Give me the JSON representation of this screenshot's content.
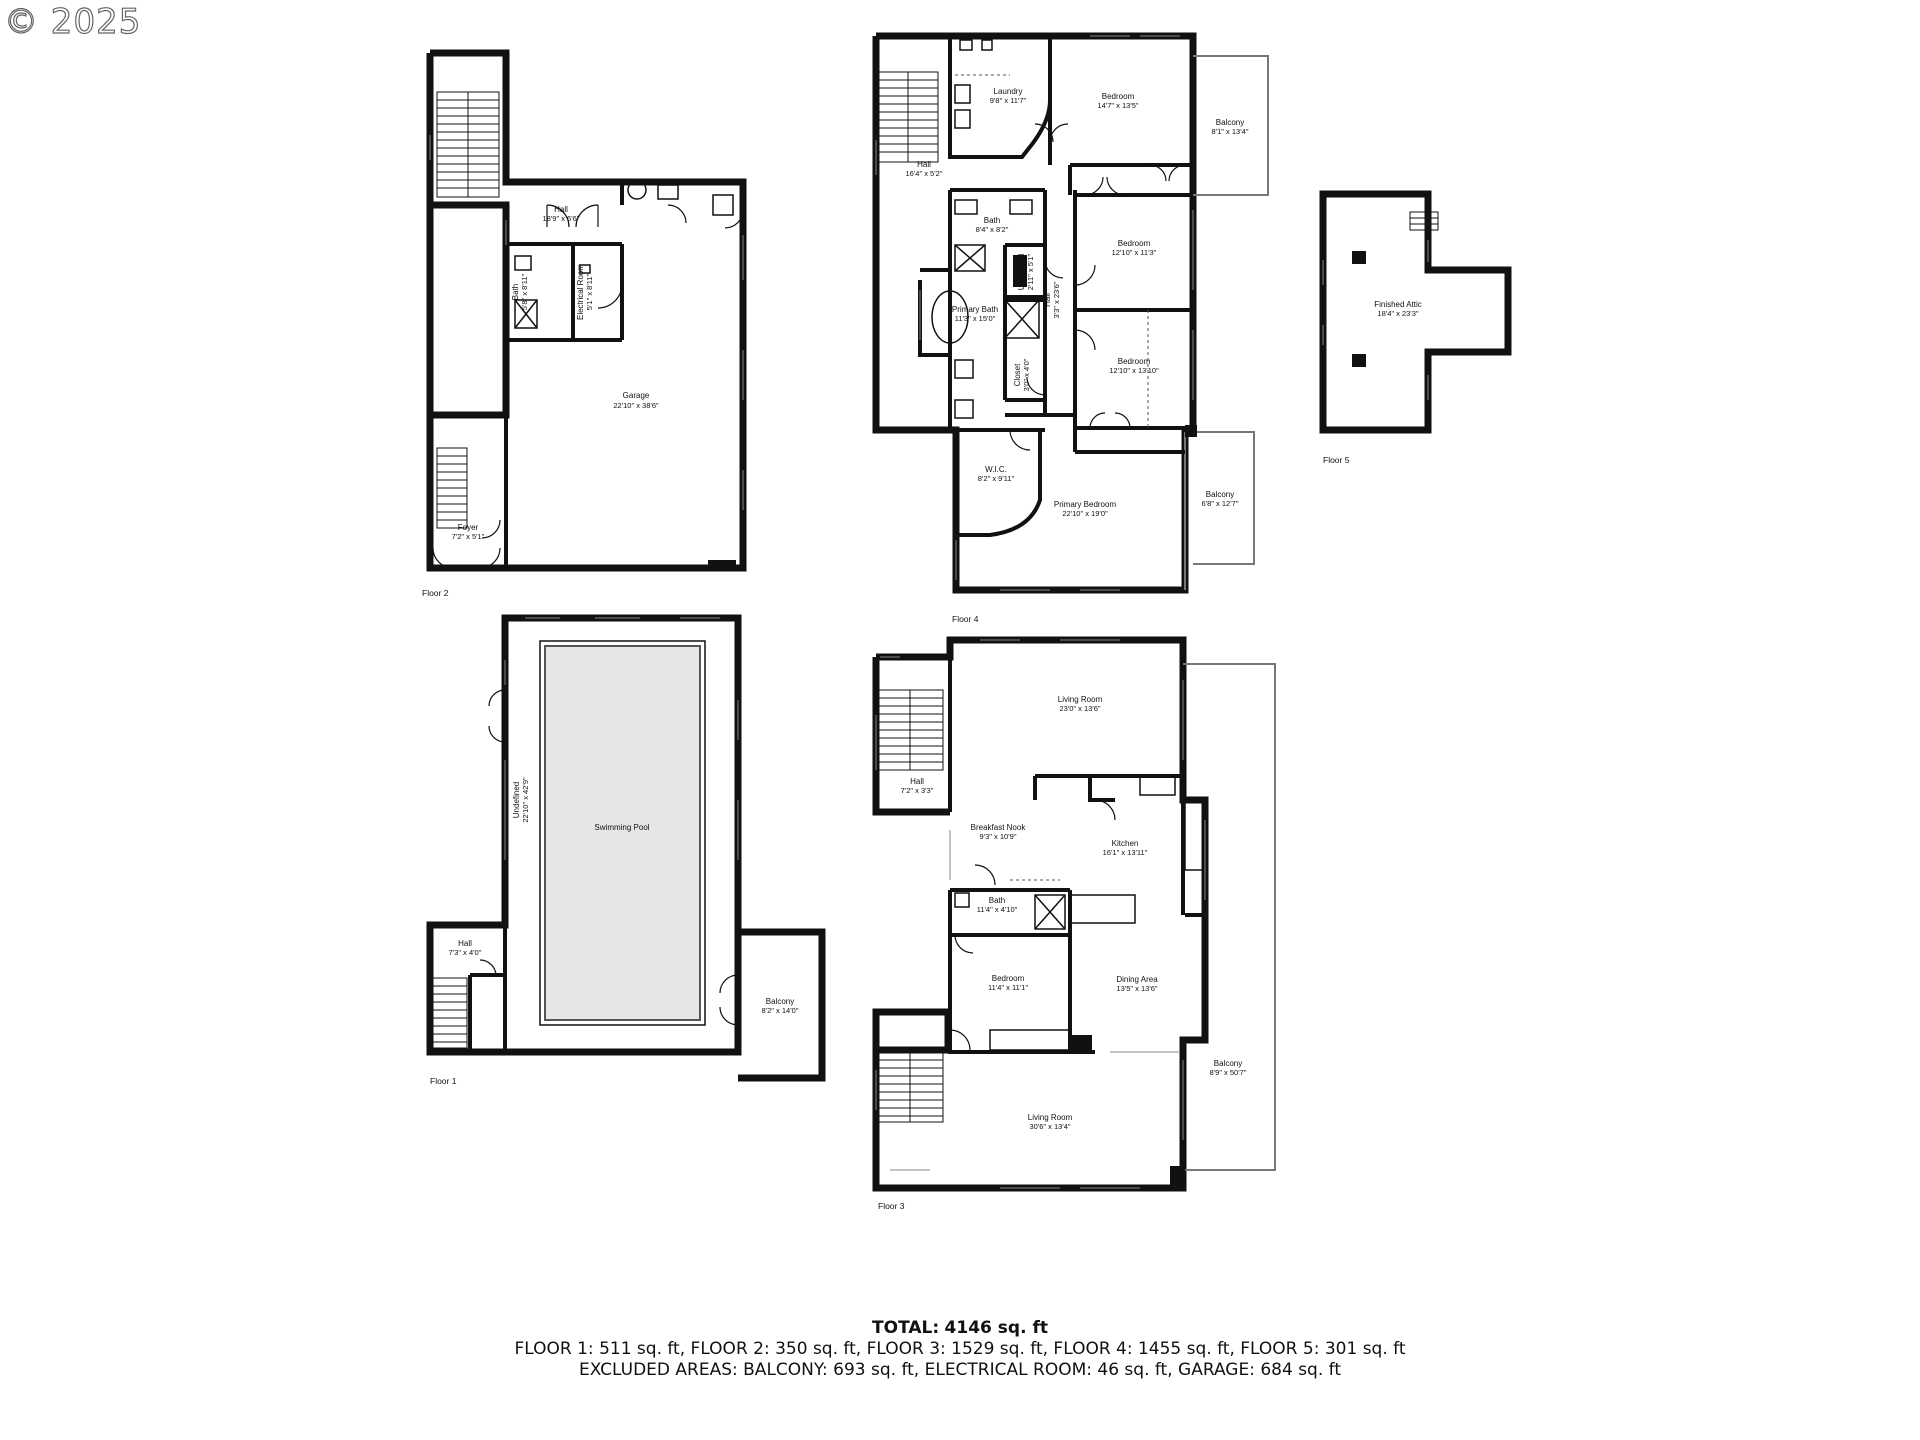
{
  "copyright": "© 2025",
  "floors": [
    {
      "label": "Floor 2",
      "rooms": [
        {
          "name": "Hall",
          "dims": "18'9\" x 6'6\""
        },
        {
          "name": "Bath",
          "dims": "5'8\" x 8'11\""
        },
        {
          "name": "Electrical Room",
          "dims": "5'1\" x 8'11\""
        },
        {
          "name": "Garage",
          "dims": "22'10\" x 38'6\""
        },
        {
          "name": "Foyer",
          "dims": "7'2\" x 5'1\""
        }
      ]
    },
    {
      "label": "Floor 4",
      "rooms": [
        {
          "name": "Laundry",
          "dims": "9'8\" x 11'7\""
        },
        {
          "name": "Bedroom",
          "dims": "14'7\" x 13'5\""
        },
        {
          "name": "Balcony",
          "dims": "8'1\" x 13'4\""
        },
        {
          "name": "Hall",
          "dims": "16'4\" x 5'2\""
        },
        {
          "name": "Bath",
          "dims": "8'4\" x 8'2\""
        },
        {
          "name": "Undefined",
          "dims": "2'11\" x 5'1\""
        },
        {
          "name": "Bedroom",
          "dims": "12'10\" x 11'3\""
        },
        {
          "name": "Primary Bath",
          "dims": "11'3\" x 15'0\""
        },
        {
          "name": "Hall",
          "dims": "3'3\" x 23'6\""
        },
        {
          "name": "Closet",
          "dims": "3'0\" x 4'0\""
        },
        {
          "name": "Bedroom",
          "dims": "12'10\" x 13'10\""
        },
        {
          "name": "W.I.C.",
          "dims": "8'2\" x 9'11\""
        },
        {
          "name": "Primary Bedroom",
          "dims": "22'10\" x 19'0\""
        },
        {
          "name": "Balcony",
          "dims": "6'8\" x 12'7\""
        }
      ]
    },
    {
      "label": "Floor 5",
      "rooms": [
        {
          "name": "Finished Attic",
          "dims": "18'4\" x 23'3\""
        }
      ]
    },
    {
      "label": "Floor 1",
      "rooms": [
        {
          "name": "Undefined",
          "dims": "22'10\" x 42'9\""
        },
        {
          "name": "Swimming Pool",
          "dims": ""
        },
        {
          "name": "Hall",
          "dims": "7'3\" x 4'0\""
        },
        {
          "name": "Balcony",
          "dims": "8'2\" x 14'0\""
        }
      ]
    },
    {
      "label": "Floor 3",
      "rooms": [
        {
          "name": "Living Room",
          "dims": "23'0\" x 13'6\""
        },
        {
          "name": "Hall",
          "dims": "7'2\" x 3'3\""
        },
        {
          "name": "Breakfast Nook",
          "dims": "9'3\" x 10'9\""
        },
        {
          "name": "Kitchen",
          "dims": "16'1\" x 13'11\""
        },
        {
          "name": "Bath",
          "dims": "11'4\" x 4'10\""
        },
        {
          "name": "Bedroom",
          "dims": "11'4\" x 11'1\""
        },
        {
          "name": "Dining Area",
          "dims": "13'5\" x 13'6\""
        },
        {
          "name": "Balcony",
          "dims": "8'9\" x 50'7\""
        },
        {
          "name": "Living Room",
          "dims": "30'6\" x 13'4\""
        }
      ]
    }
  ],
  "summary": {
    "total_label": "TOTAL:",
    "total_value": "4146 sq. ft",
    "floors_line": "FLOOR 1: 511 sq. ft, FLOOR 2: 350 sq. ft, FLOOR 3: 1529 sq. ft, FLOOR 4: 1455 sq. ft, FLOOR 5: 301 sq. ft",
    "excluded_line": "EXCLUDED AREAS: BALCONY: 693 sq. ft, ELECTRICAL ROOM: 46 sq. ft, GARAGE: 684 sq. ft"
  }
}
